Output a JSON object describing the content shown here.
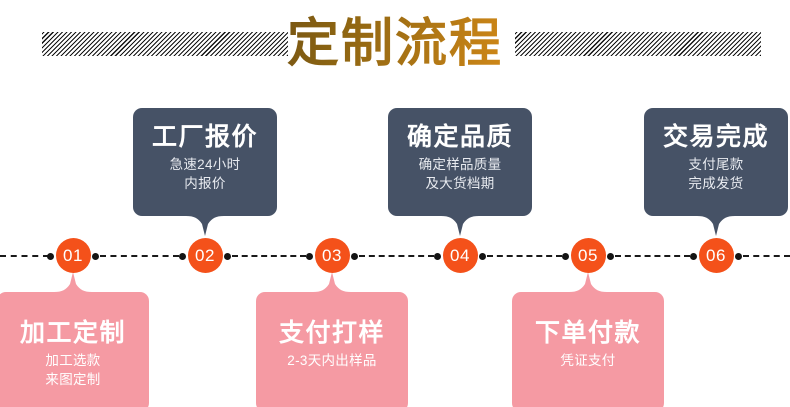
{
  "page": {
    "title": "定制流程",
    "background_color": "#ffffff",
    "title_gradient_from": "#2b1f12",
    "title_gradient_to": "#efa81b",
    "dark_card_color": "#465266",
    "pink_card_color": "#f59aa3",
    "circle_color": "#f4511a",
    "line_color": "#141414"
  },
  "steps": [
    {
      "number": "01",
      "title": "加工定制",
      "subtitle_lines": [
        "加工选款",
        "来图定制"
      ],
      "position": "below",
      "style": "pink"
    },
    {
      "number": "02",
      "title": "工厂报价",
      "subtitle_lines": [
        "急速24小时",
        "内报价"
      ],
      "position": "above",
      "style": "dark"
    },
    {
      "number": "03",
      "title": "支付打样",
      "subtitle_lines": [
        "2-3天内出样品"
      ],
      "position": "below",
      "style": "pink"
    },
    {
      "number": "04",
      "title": "确定品质",
      "subtitle_lines": [
        "确定样品质量",
        "及大货档期"
      ],
      "position": "above",
      "style": "dark"
    },
    {
      "number": "05",
      "title": "下单付款",
      "subtitle_lines": [
        "凭证支付"
      ],
      "position": "below",
      "style": "pink"
    },
    {
      "number": "06",
      "title": "交易完成",
      "subtitle_lines": [
        "支付尾款",
        "完成发货"
      ],
      "position": "above",
      "style": "dark"
    }
  ]
}
